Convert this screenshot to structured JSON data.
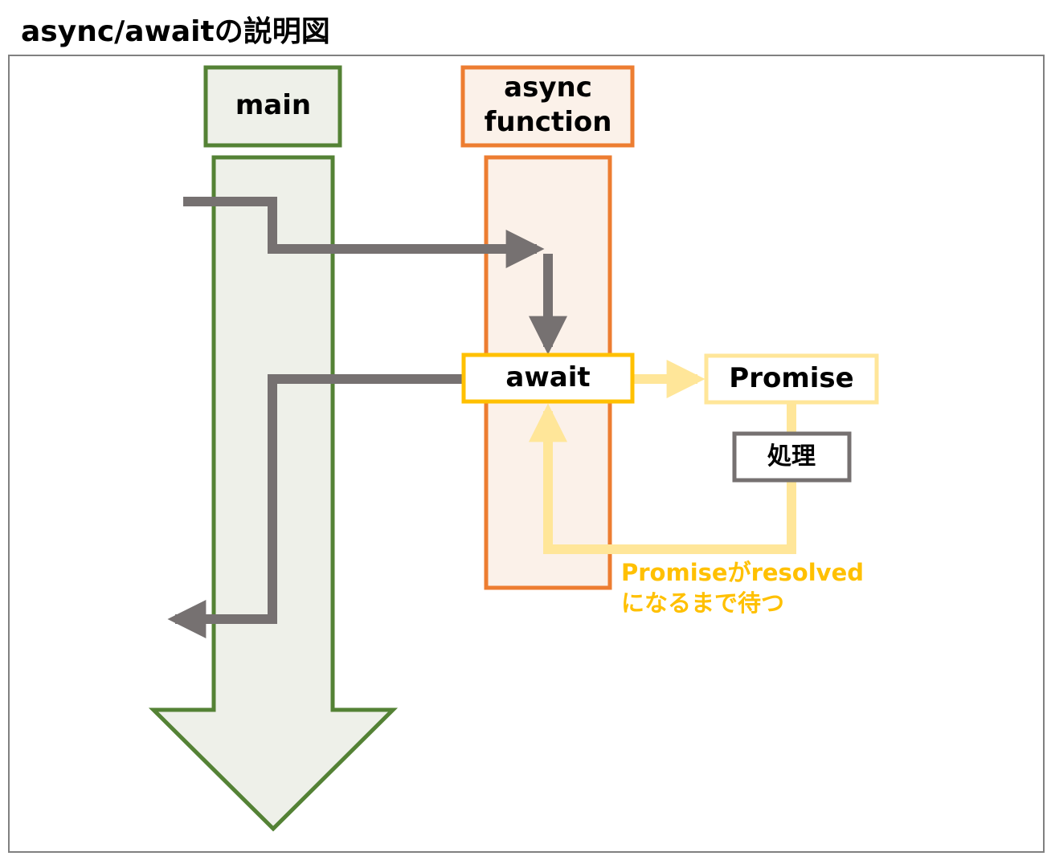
{
  "title": "async/awaitの説明図",
  "nodes": {
    "main": "main",
    "async_function": [
      "async",
      "function"
    ],
    "await": "await",
    "promise": "Promise",
    "process": "処理"
  },
  "note": [
    "Promiseがresolved",
    "になるまで待つ"
  ],
  "colors": {
    "main_stroke": "#548235",
    "main_fill": "#eef0e9",
    "async_stroke": "#ed7d31",
    "async_fill": "#fbf1e9",
    "await_stroke": "#ffc000",
    "promise_stroke": "#ffe699",
    "process_stroke": "#767171",
    "arrow_gray": "#767171",
    "arrow_yellow": "#ffe699",
    "note_text": "#ffc000"
  }
}
